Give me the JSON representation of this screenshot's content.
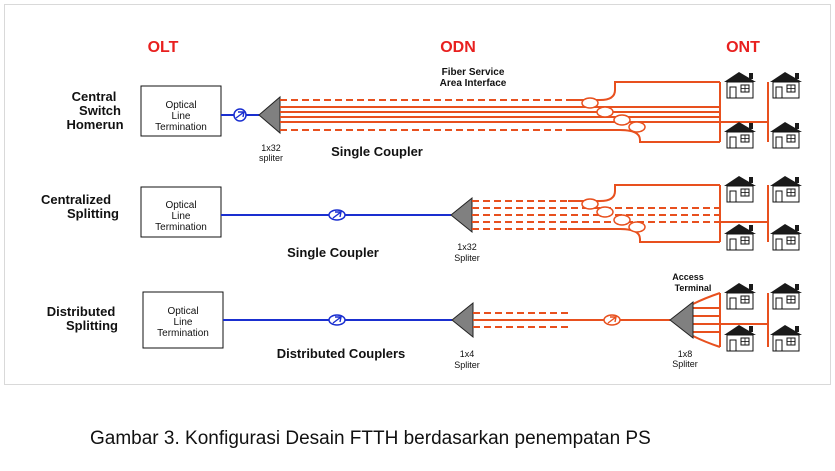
{
  "headers": {
    "olt": "OLT",
    "odn": "ODN",
    "ont": "ONT"
  },
  "fiber_service_area_interface": [
    "Fiber Service",
    "Area Interface"
  ],
  "rows": [
    {
      "label": [
        "Central",
        "Switch",
        "Homerun"
      ],
      "olt_box": [
        "Optical",
        "Line",
        "Termination"
      ],
      "splitter_label": [
        "1x32",
        "spliter"
      ],
      "coupler_label": "Single Coupler"
    },
    {
      "label": [
        "Centralized",
        "Splitting"
      ],
      "olt_box": [
        "Optical",
        "Line",
        "Termination"
      ],
      "splitter_label": [
        "1x32",
        "Spliter"
      ],
      "coupler_label": "Single Coupler"
    },
    {
      "label": [
        "Distributed",
        "Splitting"
      ],
      "olt_box": [
        "Optical",
        "Line",
        "Termination"
      ],
      "splitter_label": [
        "1x4",
        "Spliter"
      ],
      "splitter2_label": [
        "1x8",
        "Spliter"
      ],
      "access_terminal": [
        "Access",
        "Terminal"
      ],
      "coupler_label": "Distributed Couplers"
    }
  ],
  "caption": "Gambar 3. Konfigurasi Desain FTTH berdasarkan penempatan PS",
  "colors": {
    "fiber": "#e8501e",
    "feeder": "#1a2fd0",
    "header": "#e8201f",
    "splitter": "#808080"
  }
}
